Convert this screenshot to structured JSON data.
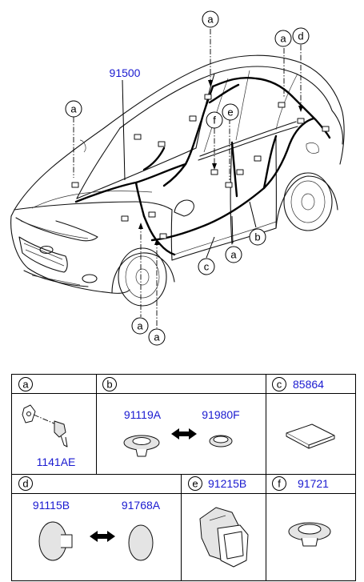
{
  "diagram": {
    "harness_part_number": "91500",
    "callouts": {
      "top": "a",
      "rear_a": "a",
      "rear_d": "d",
      "left_a": "a",
      "f": "f",
      "e": "e",
      "c": "c",
      "a_bottom_right": "a",
      "b": "b",
      "a_bottom_1": "a",
      "a_bottom_2": "a"
    }
  },
  "parts_table": {
    "cells": [
      {
        "letter": "a",
        "header_part": "",
        "items": [
          "1141AE"
        ]
      },
      {
        "letter": "b",
        "header_part": "",
        "items": [
          "91119A",
          "91980F"
        ]
      },
      {
        "letter": "c",
        "header_part": "85864",
        "items": []
      },
      {
        "letter": "d",
        "header_part": "",
        "items": [
          "91115B",
          "91768A"
        ]
      },
      {
        "letter": "e",
        "header_part": "91215B",
        "items": []
      },
      {
        "letter": "f",
        "header_part": "91721",
        "items": []
      }
    ]
  }
}
